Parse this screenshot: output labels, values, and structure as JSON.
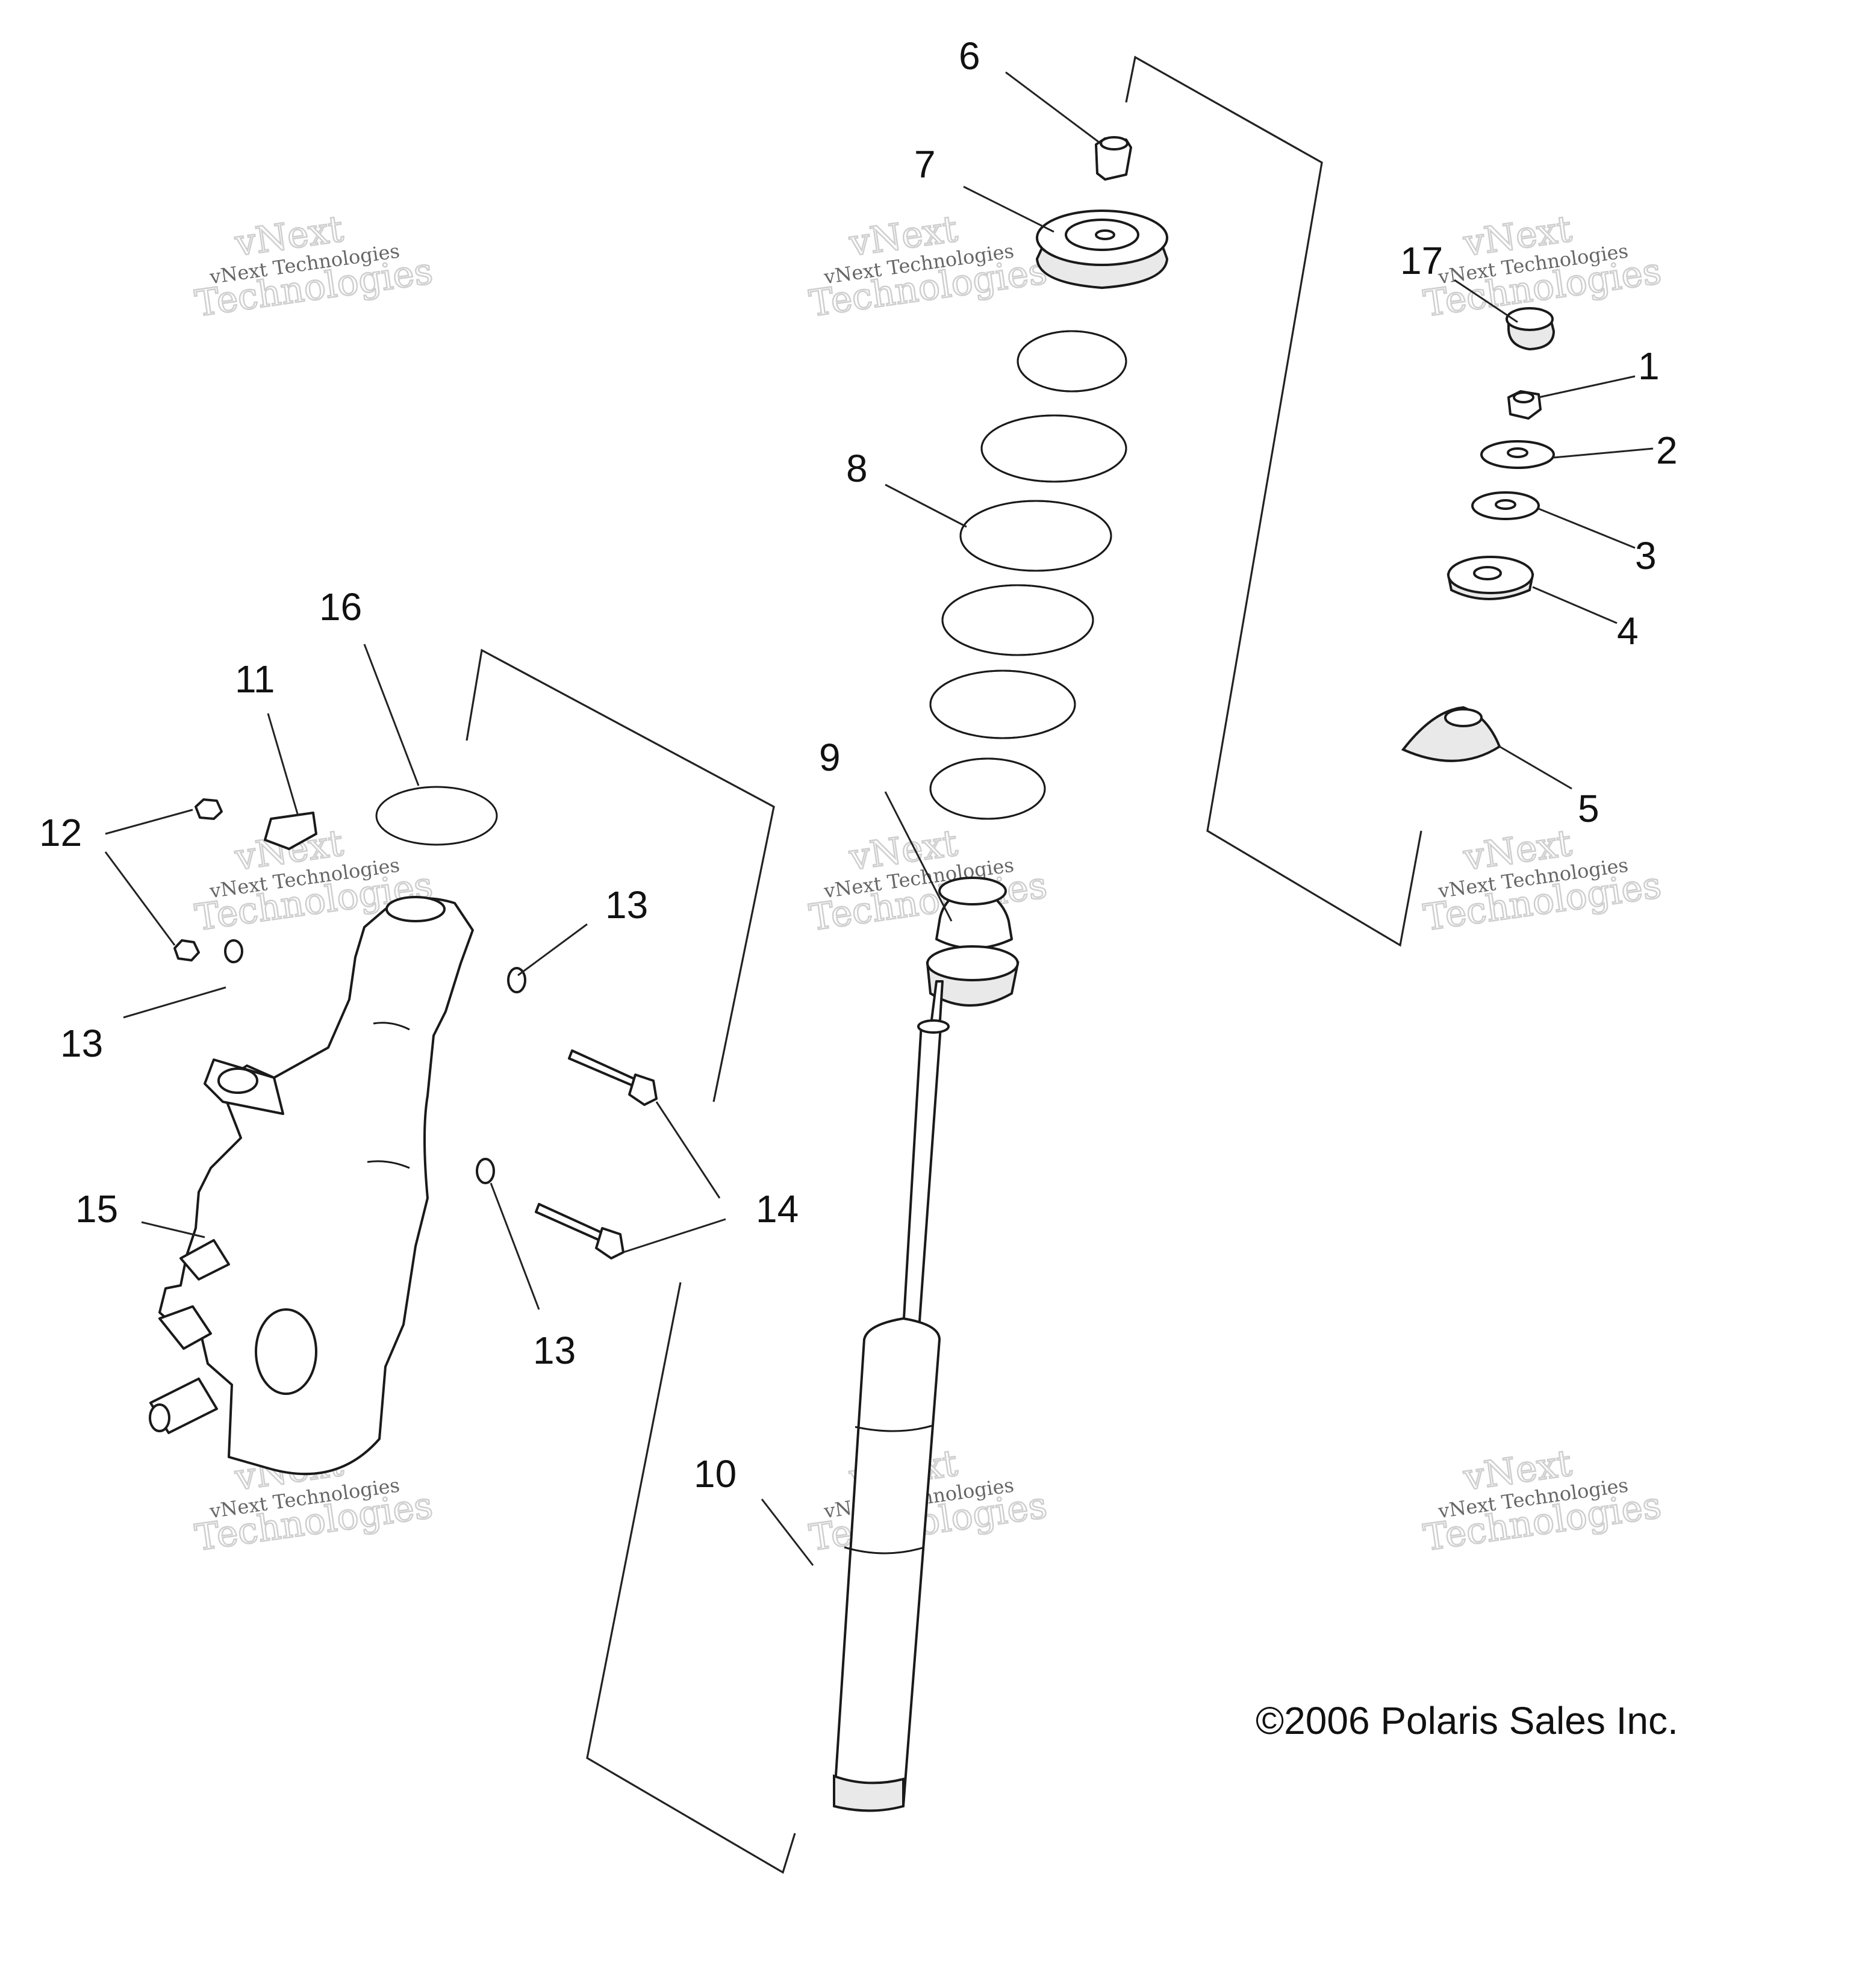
{
  "callouts": [
    {
      "id": "1",
      "label": "1"
    },
    {
      "id": "2",
      "label": "2"
    },
    {
      "id": "3",
      "label": "3"
    },
    {
      "id": "4",
      "label": "4"
    },
    {
      "id": "5",
      "label": "5"
    },
    {
      "id": "6",
      "label": "6"
    },
    {
      "id": "7",
      "label": "7"
    },
    {
      "id": "8",
      "label": "8"
    },
    {
      "id": "9",
      "label": "9"
    },
    {
      "id": "10",
      "label": "10"
    },
    {
      "id": "11",
      "label": "11"
    },
    {
      "id": "12",
      "label": "12"
    },
    {
      "id": "13",
      "label": "13"
    },
    {
      "id": "14",
      "label": "14"
    },
    {
      "id": "15",
      "label": "15"
    },
    {
      "id": "16",
      "label": "16"
    },
    {
      "id": "17",
      "label": "17"
    }
  ],
  "watermark": {
    "line1": "vNext Technologies",
    "line2": "vNext",
    "line3": "Technologies"
  },
  "copyright": "©2006 Polaris Sales Inc."
}
